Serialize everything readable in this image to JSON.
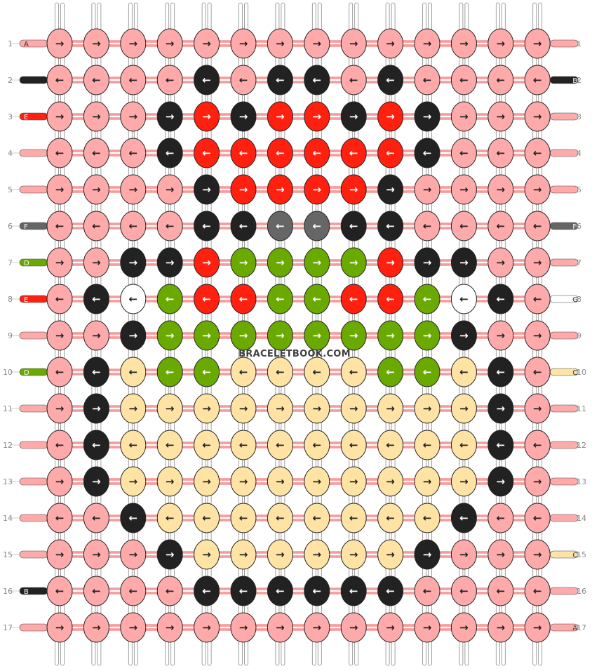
{
  "watermark": "BRACELETBOOK.COM",
  "colors": {
    "P": "#ffaaaa",
    "K": "#222222",
    "R": "#ff2010",
    "G": "#6aaa00",
    "Y": "#fee3a4",
    "W": "#ffffff",
    "D": "#666666"
  },
  "row_numbers": [
    "1",
    "2",
    "3",
    "4",
    "5",
    "6",
    "7",
    "8",
    "9",
    "10",
    "11",
    "12",
    "13",
    "14",
    "15",
    "16",
    "17"
  ],
  "left_strand_colors": [
    "P",
    "K",
    "R",
    "P",
    "P",
    "D",
    "G",
    "R",
    "P",
    "G",
    "P",
    "P",
    "P",
    "P",
    "P",
    "K",
    "P"
  ],
  "left_strand_letters": [
    "A",
    "",
    "E",
    "",
    "",
    "F",
    "D",
    "E",
    "",
    "D",
    "",
    "",
    "",
    "",
    "",
    "B",
    ""
  ],
  "right_strand_colors": [
    "P",
    "K",
    "P",
    "P",
    "P",
    "D",
    "P",
    "W",
    "P",
    "Y",
    "P",
    "P",
    "P",
    "P",
    "Y",
    "P",
    "P"
  ],
  "right_strand_letters": [
    "",
    "B",
    "",
    "",
    "",
    "F",
    "",
    "G",
    "",
    "C",
    "",
    "",
    "",
    "",
    "C",
    "",
    "A"
  ],
  "knot_colors": [
    "PPPPPPPPPPPPPP",
    "PPPPKPKKPKPPPP",
    "PPPKRKRRKRKPPP",
    "PPPKRRRRRRKPPP",
    "PPPPKRRRRKPPPP",
    "PPPPKKDDKKPPPP",
    "PPKKRGGGGRKKPP",
    "PKWGRRGGRRGWKP",
    "PPKGGGGGGGGKPP",
    "PKYGGYYYYGGYKP",
    "PKYYYYYYYYYYKP",
    "PKYYYYYYYYYYKP",
    "PKYYYYYYYYYYKP",
    "PPKYYYYYYYYKPP",
    "PPPKYYYYYYKPPP",
    "PPPPKKKKKKPPPP",
    "PPPPPPPPPPPPPP"
  ],
  "direction_pattern": [
    "R",
    "L",
    "R",
    "L",
    "R",
    "L",
    "R",
    "L",
    "R",
    "L",
    "R",
    "L",
    "R",
    "L",
    "R",
    "L",
    "R"
  ]
}
